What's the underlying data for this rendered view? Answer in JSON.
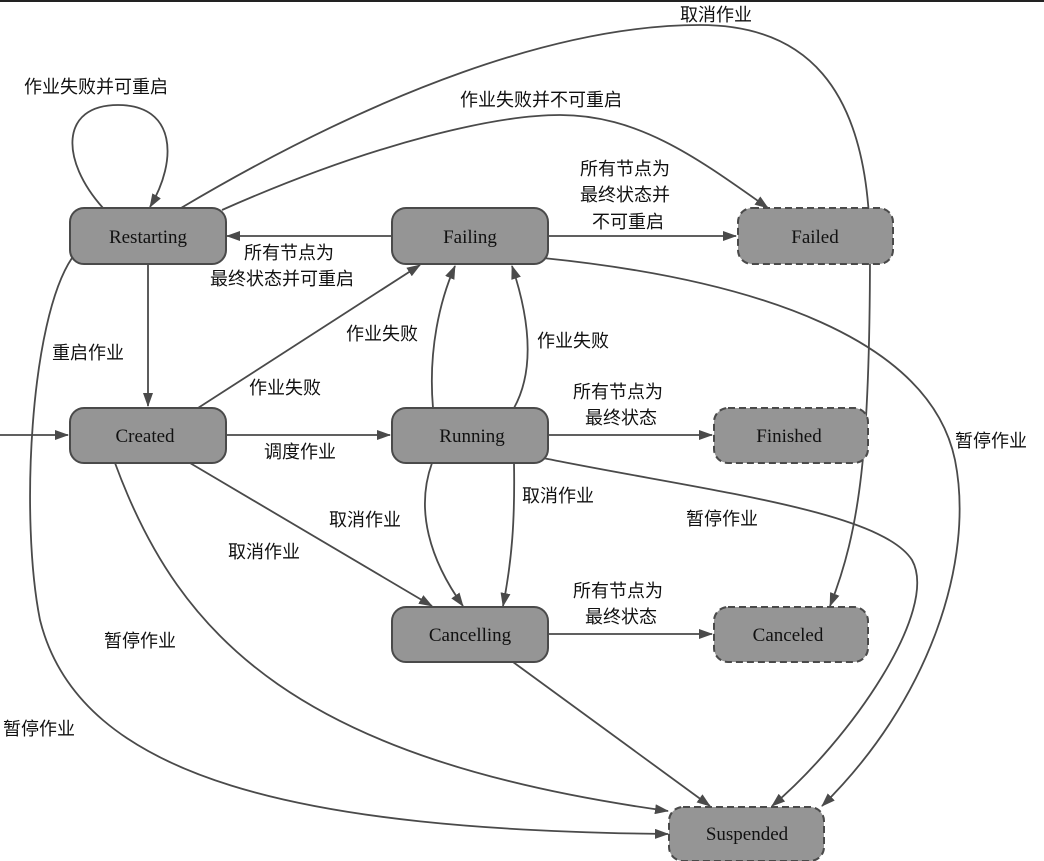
{
  "diagram": {
    "type": "state-machine",
    "stroke_color": "#4a4a4a",
    "node_fill": "#959595",
    "states": [
      {
        "id": "restarting",
        "label": "Restarting",
        "final": false
      },
      {
        "id": "failing",
        "label": "Failing",
        "final": false
      },
      {
        "id": "failed",
        "label": "Failed",
        "final": true
      },
      {
        "id": "created",
        "label": "Created",
        "final": false
      },
      {
        "id": "running",
        "label": "Running",
        "final": false
      },
      {
        "id": "finished",
        "label": "Finished",
        "final": true
      },
      {
        "id": "cancelling",
        "label": "Cancelling",
        "final": false
      },
      {
        "id": "canceled",
        "label": "Canceled",
        "final": true
      },
      {
        "id": "suspended",
        "label": "Suspended",
        "final": true
      }
    ],
    "transitions": [
      {
        "id": "init-created",
        "from": "start",
        "to": "created",
        "label": []
      },
      {
        "id": "restarting-self",
        "from": "restarting",
        "to": "restarting",
        "label": [
          "作业失败并可重启"
        ]
      },
      {
        "id": "restarting-canceled",
        "from": "restarting",
        "to": "canceled",
        "label": [
          "取消作业"
        ]
      },
      {
        "id": "restarting-failed",
        "from": "restarting",
        "to": "failed",
        "label": [
          "作业失败并不可重启"
        ]
      },
      {
        "id": "failing-failed",
        "from": "failing",
        "to": "failed",
        "label": [
          "所有节点为",
          "最终状态并",
          "不可重启"
        ]
      },
      {
        "id": "failing-restarting",
        "from": "failing",
        "to": "restarting",
        "label": [
          "所有节点为",
          "最终状态并可重启"
        ]
      },
      {
        "id": "failing-suspended",
        "from": "failing",
        "to": "suspended",
        "label": [
          "暂停作业"
        ]
      },
      {
        "id": "restarting-created",
        "from": "restarting",
        "to": "created",
        "label": [
          "重启作业"
        ]
      },
      {
        "id": "created-failing",
        "from": "created",
        "to": "failing",
        "label": [
          "作业失败"
        ]
      },
      {
        "id": "running-failing-a",
        "from": "running",
        "to": "failing",
        "label": [
          "作业失败"
        ]
      },
      {
        "id": "running-failing-b",
        "from": "running",
        "to": "failing",
        "label": [
          "作业失败"
        ]
      },
      {
        "id": "created-running",
        "from": "created",
        "to": "running",
        "label": [
          "调度作业"
        ]
      },
      {
        "id": "running-finished",
        "from": "running",
        "to": "finished",
        "label": [
          "所有节点为",
          "最终状态"
        ]
      },
      {
        "id": "running-suspended",
        "from": "running",
        "to": "suspended",
        "label": [
          "暂停作业"
        ]
      },
      {
        "id": "running-cancelling-a",
        "from": "running",
        "to": "cancelling",
        "label": [
          "取消作业"
        ]
      },
      {
        "id": "running-cancelling-b",
        "from": "running",
        "to": "cancelling",
        "label": [
          "取消作业"
        ]
      },
      {
        "id": "created-cancelling",
        "from": "created",
        "to": "cancelling",
        "label": [
          "取消作业"
        ]
      },
      {
        "id": "created-suspended",
        "from": "created",
        "to": "suspended",
        "label": [
          "暂停作业"
        ]
      },
      {
        "id": "restarting-suspended",
        "from": "restarting",
        "to": "suspended",
        "label": [
          "暂停作业"
        ]
      },
      {
        "id": "cancelling-canceled",
        "from": "cancelling",
        "to": "canceled",
        "label": [
          "所有节点为",
          "最终状态"
        ]
      },
      {
        "id": "cancelling-suspended",
        "from": "cancelling",
        "to": "suspended",
        "label": []
      }
    ]
  }
}
